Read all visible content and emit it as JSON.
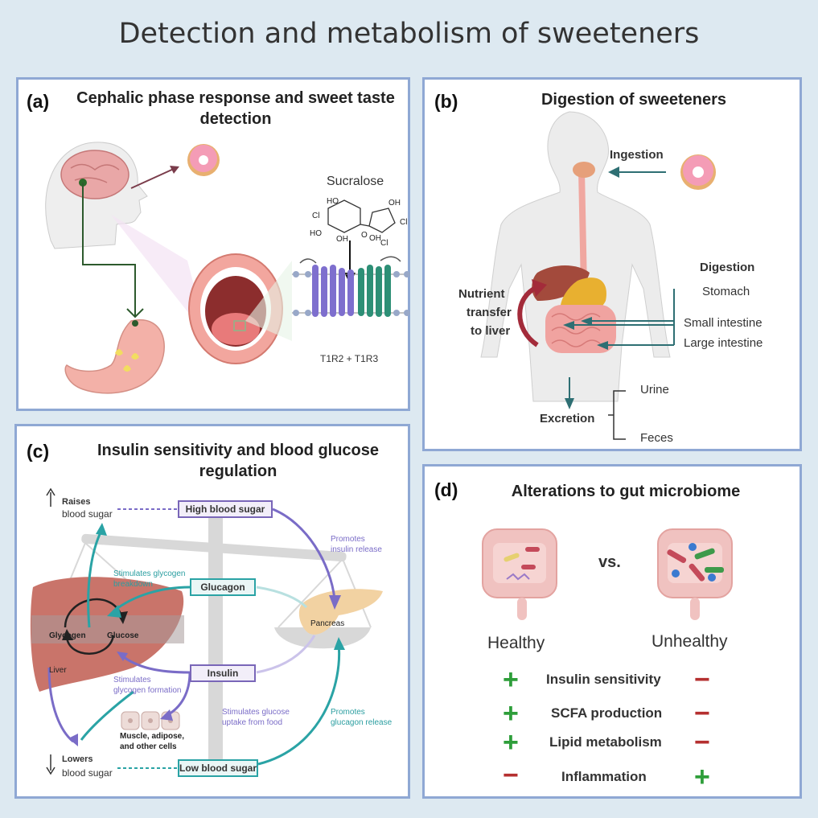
{
  "title": "Detection and metabolism of sweeteners",
  "panel_a": {
    "label": "(a)",
    "title": "Cephalic phase response and sweet taste detection",
    "sucralose": "Sucralose",
    "receptor": "T1R2 + T1R3",
    "atoms": [
      "HO",
      "Cl",
      "HO",
      "OH",
      "O",
      "OH",
      "OH",
      "Cl",
      "Cl"
    ]
  },
  "panel_b": {
    "label": "(b)",
    "title": "Digestion of sweeteners",
    "ingestion": "Ingestion",
    "digestion": "Digestion",
    "stomach": "Stomach",
    "small_intestine": "Small intestine",
    "large_intestine": "Large intestine",
    "nutrient": "Nutrient",
    "transfer": "transfer",
    "to_liver": "to liver",
    "excretion": "Excretion",
    "urine": "Urine",
    "feces": "Feces"
  },
  "panel_c": {
    "label": "(c)",
    "title": "Insulin sensitivity and blood glucose regulation",
    "raises": "Raises",
    "raises_sub": "blood sugar",
    "lowers": "Lowers",
    "lowers_sub": "blood sugar",
    "high": "High blood sugar",
    "glucagon": "Glucagon",
    "insulin": "Insulin",
    "low": "Low blood sugar",
    "glycogen": "Glycogen",
    "glucose": "Glucose",
    "liver": "Liver",
    "pancreas": "Pancreas",
    "promotes_insulin_1": "Promotes",
    "promotes_insulin_2": "insulin release",
    "stim_breakdown_1": "Stimulates glycogen",
    "stim_breakdown_2": "breakdown",
    "stim_formation_1": "Stimulates",
    "stim_formation_2": "glycogen formation",
    "stim_uptake_1": "Stimulates glucose",
    "stim_uptake_2": "uptake from food",
    "promotes_glucagon_1": "Promotes",
    "promotes_glucagon_2": "glucagon release",
    "cells_1": "Muscle, adipose,",
    "cells_2": "and other cells"
  },
  "panel_d": {
    "label": "(d)",
    "title": "Alterations to gut microbiome",
    "vs": "vs.",
    "healthy": "Healthy",
    "unhealthy": "Unhealthy",
    "rows": [
      {
        "label": "Insulin sensitivity",
        "healthy": "+",
        "unhealthy": "−"
      },
      {
        "label": "SCFA production",
        "healthy": "+",
        "unhealthy": "−"
      },
      {
        "label": "Lipid metabolism",
        "healthy": "+",
        "unhealthy": "−"
      },
      {
        "label": "Inflammation",
        "healthy": "−",
        "unhealthy": "+"
      }
    ]
  }
}
